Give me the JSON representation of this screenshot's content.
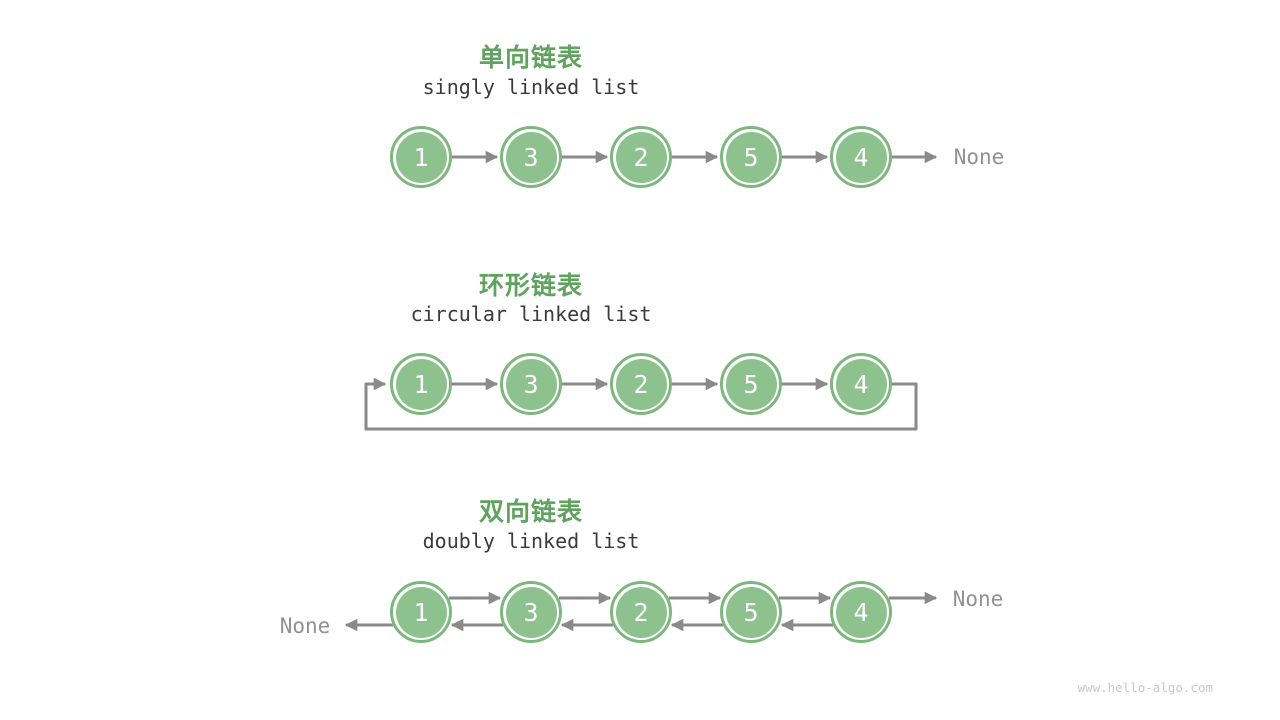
{
  "colors": {
    "node_fill": "#8DC18D",
    "node_ring": "#7EB77E",
    "title_green": "#5FA35F",
    "subtitle_dark": "#3A3A3A",
    "arrow_gray": "#8A8A8A",
    "none_gray": "#919191",
    "watermark_gray": "#C9C9C9"
  },
  "watermark": "www.hello-algo.com",
  "sections": [
    {
      "title": "单向链表",
      "subtitle": "singly linked list",
      "nodes": [
        "1",
        "3",
        "2",
        "5",
        "4"
      ],
      "tail_label": "None"
    },
    {
      "title": "环形链表",
      "subtitle": "circular linked list",
      "nodes": [
        "1",
        "3",
        "2",
        "5",
        "4"
      ]
    },
    {
      "title": "双向链表",
      "subtitle": "doubly linked list",
      "nodes": [
        "1",
        "3",
        "2",
        "5",
        "4"
      ],
      "head_label": "None",
      "tail_label": "None"
    }
  ]
}
